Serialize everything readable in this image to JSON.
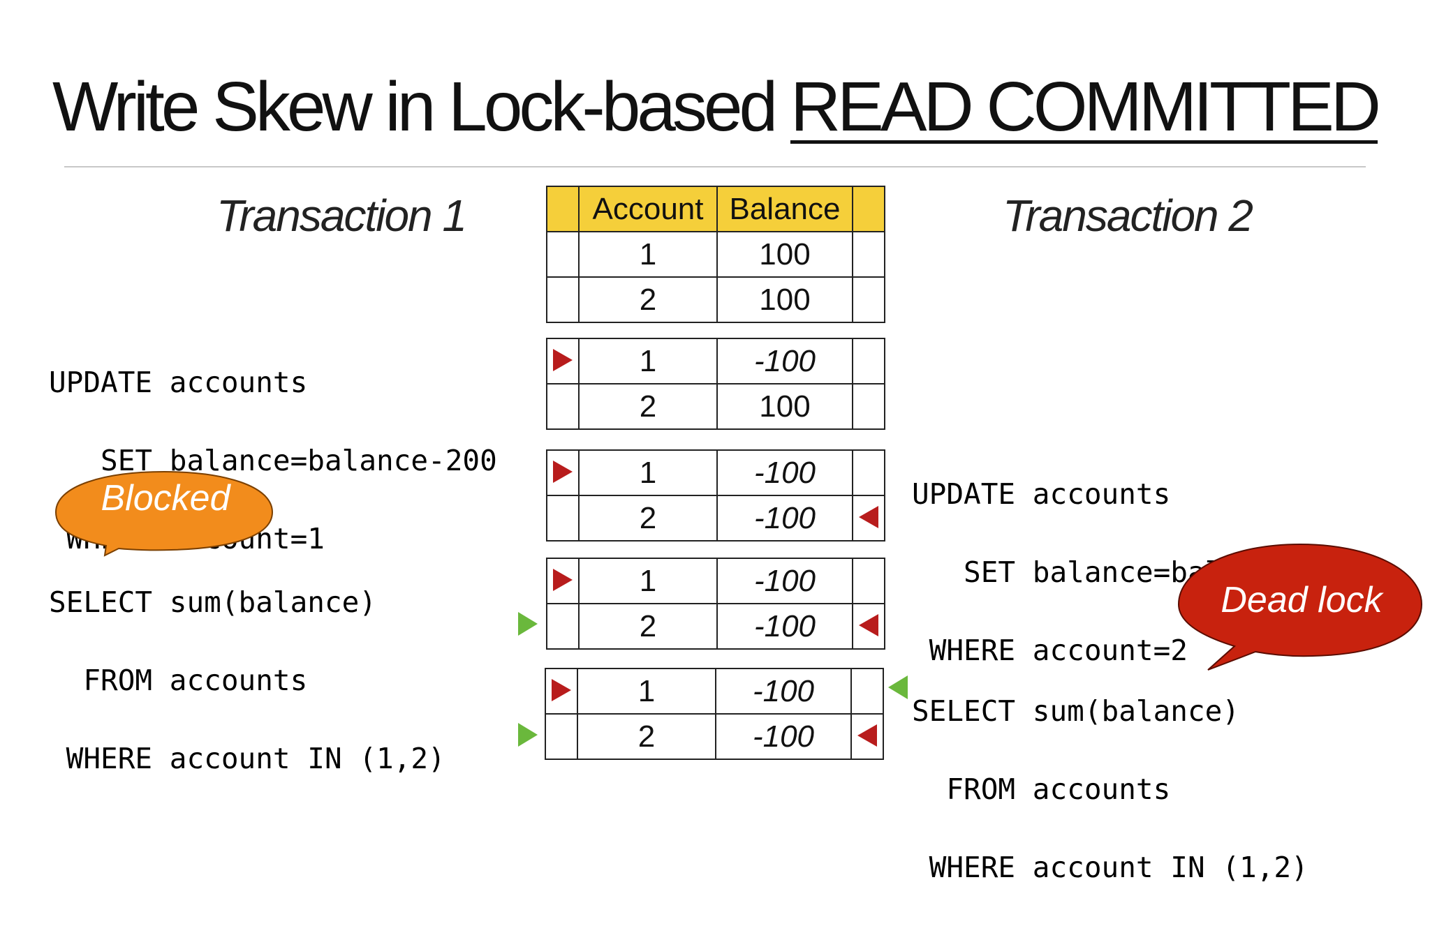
{
  "title": {
    "prefix": "Write Skew in Lock-based ",
    "underlined": "READ COMMITTED"
  },
  "transaction1": {
    "label": "Transaction 1",
    "update_lines": [
      "UPDATE accounts",
      "   SET balance=balance-200",
      " WHERE account=1"
    ],
    "select_lines": [
      "SELECT sum(balance)",
      "  FROM accounts",
      " WHERE account IN (1,2)"
    ],
    "bubble": "Blocked"
  },
  "transaction2": {
    "label": "Transaction 2",
    "update_lines": [
      "UPDATE accounts",
      "   SET balance=balance-200",
      " WHERE account=2"
    ],
    "select_lines": [
      "SELECT sum(balance)",
      "  FROM accounts",
      " WHERE account IN (1,2)"
    ],
    "bubble": "Dead lock"
  },
  "table_header": {
    "account": "Account",
    "balance": "Balance"
  },
  "snapshots": [
    {
      "rows": [
        {
          "account": "1",
          "balance": "100"
        },
        {
          "account": "2",
          "balance": "100"
        }
      ]
    },
    {
      "rows": [
        {
          "account": "1",
          "balance": "-100",
          "t1_lock": true
        },
        {
          "account": "2",
          "balance": "100"
        }
      ]
    },
    {
      "rows": [
        {
          "account": "1",
          "balance": "-100",
          "t1_lock": true
        },
        {
          "account": "2",
          "balance": "-100",
          "t2_lock": true
        }
      ]
    },
    {
      "rows": [
        {
          "account": "1",
          "balance": "-100",
          "t1_lock": true
        },
        {
          "account": "2",
          "balance": "-100",
          "t2_lock": true,
          "t1_wait": true
        }
      ]
    },
    {
      "rows": [
        {
          "account": "1",
          "balance": "-100",
          "t1_lock": true,
          "t2_wait": true
        },
        {
          "account": "2",
          "balance": "-100",
          "t2_lock": true,
          "t1_wait": true
        }
      ]
    }
  ],
  "colors": {
    "header_fill": "#f5cf3a",
    "lock_marker": "#b81c1c",
    "wait_marker": "#6ab83c",
    "blocked_bubble": "#f28c1c",
    "deadlock_bubble": "#c8220e"
  }
}
